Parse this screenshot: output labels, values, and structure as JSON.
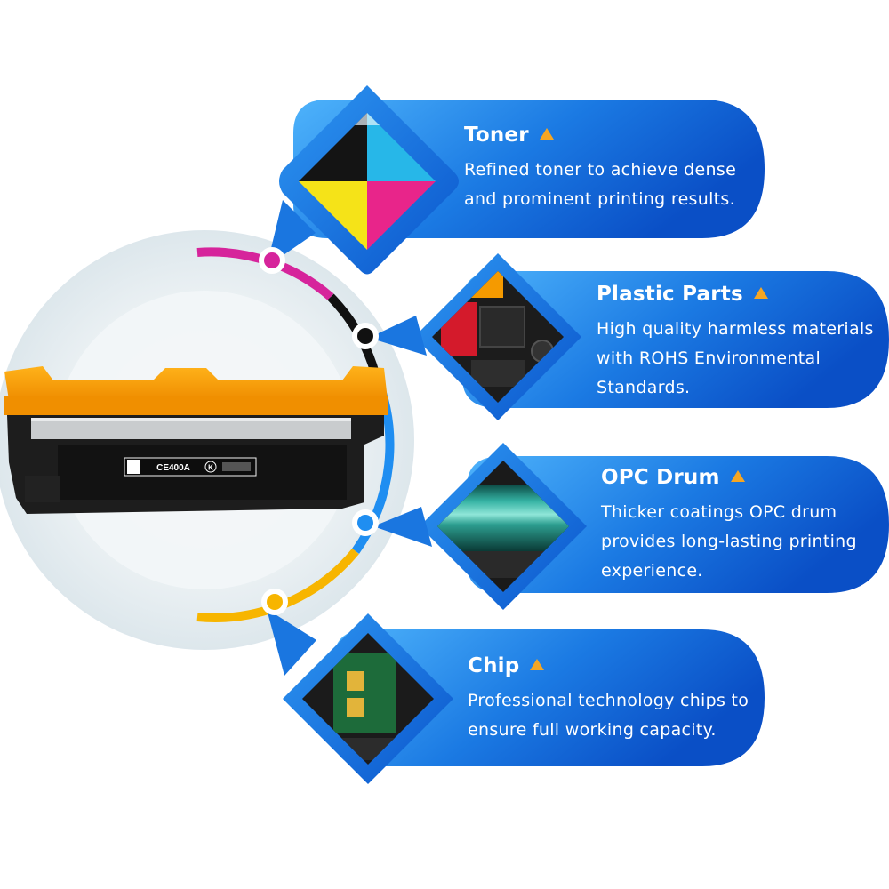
{
  "product": {
    "model_label": "CE400A",
    "color_code": "K"
  },
  "features": [
    {
      "title": "Toner",
      "lines": [
        "Refined toner to achieve dense",
        "and prominent printing results."
      ]
    },
    {
      "title": "Plastic Parts",
      "lines": [
        "High quality harmless materials",
        "with ROHS Environmental",
        "Standards."
      ]
    },
    {
      "title": "OPC Drum",
      "lines": [
        "Thicker coatings OPC drum",
        "provides long-lasting printing",
        "experience."
      ]
    },
    {
      "title": "Chip",
      "lines": [
        "Professional technology chips to",
        "ensure full working capacity."
      ]
    }
  ],
  "colors": {
    "panel_light": "#3aa2f5",
    "panel_dark": "#0a52c9",
    "accent_triangle": "#f5a623",
    "magenta": "#d6249b",
    "black": "#111111",
    "blue": "#1f8ef1",
    "yellow": "#f7b500",
    "cartridge_orange": "#f59a00"
  },
  "icons": {
    "title_marker": "triangle-up-icon"
  }
}
